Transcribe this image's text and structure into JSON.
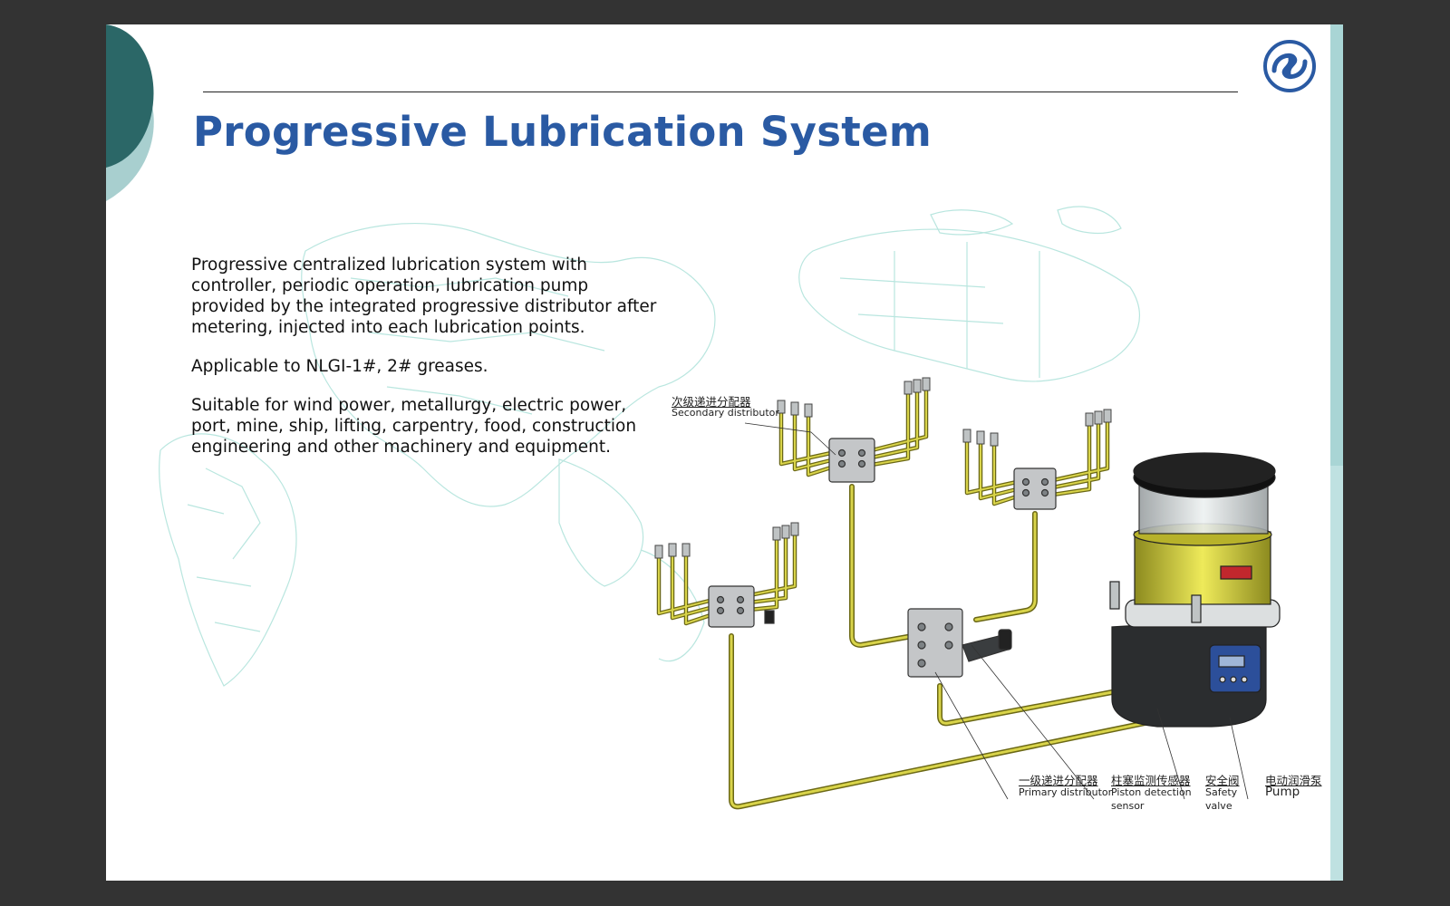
{
  "slide": {
    "title": "Progressive Lubrication System",
    "paragraphs": [
      "Progressive centralized lubrication system with controller, periodic operation, lubrication pump provided by the integrated progressive distributor after metering, injected into each lubrication points.",
      "Applicable to NLGI-1#, 2# greases.",
      "Suitable for wind power, metallurgy, electric power, port, mine, ship, lifting, carpentry, food, construction engineering and other machinery and equipment."
    ]
  },
  "diagram_labels": {
    "secondary_cn": "次级递进分配器",
    "secondary_en": "Secondary distributor",
    "primary_cn": "一级递进分配器",
    "primary_en": "Primary distributor",
    "piston_cn": "柱塞监测传感器",
    "piston_en_1": "Piston detection",
    "piston_en_2": "sensor",
    "safety_cn": "安全阀",
    "safety_en_1": "Safety",
    "safety_en_2": "valve",
    "pump_cn": "电动润滑泵",
    "pump_en": "Pump"
  },
  "colors": {
    "title_blue": "#2a5aa3",
    "corner_dark_teal": "#2b6767",
    "corner_light_teal": "#a8cfcf",
    "pipe_yellow": "#c8c23a",
    "map_outline": "#b9e6df"
  },
  "icons": {
    "logo": "company-logo-icon"
  }
}
